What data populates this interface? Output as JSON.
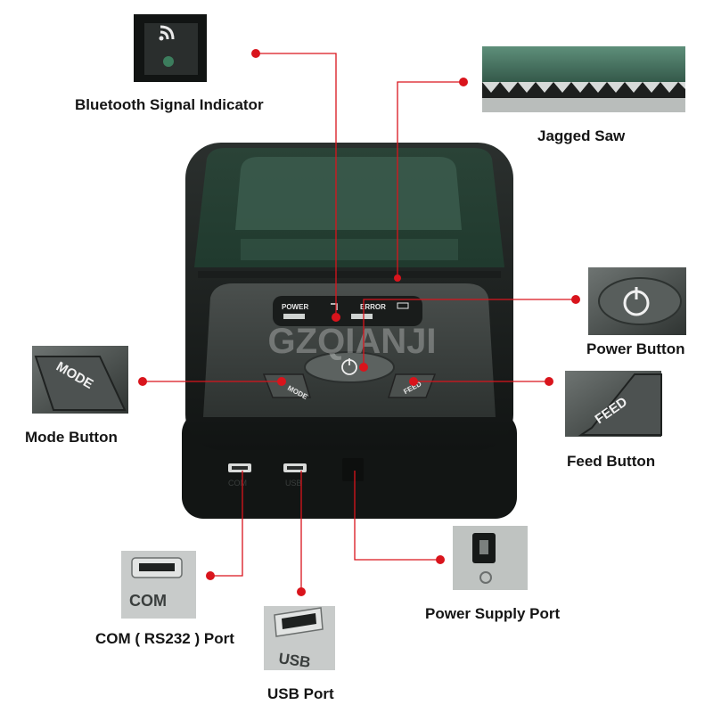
{
  "labels": {
    "bluetooth": "Bluetooth Signal Indicator",
    "saw": "Jagged Saw",
    "power_button": "Power Button",
    "mode_button": "Mode Button",
    "feed_button": "Feed Button",
    "com_port": "COM ( RS232 ) Port",
    "usb_port": "USB Port",
    "power_supply": "Power Supply Port"
  },
  "printer": {
    "power_text": "POWER",
    "error_text": "ERROR",
    "mode_text": "MODE",
    "feed_text": "FEED",
    "com_text": "COM",
    "usb_text": "USB"
  },
  "watermark": "GZQIANJI",
  "colors": {
    "leader": "#d9141c",
    "body": "#1f2422",
    "lid": "#2d4a3c",
    "label": "#151515"
  }
}
